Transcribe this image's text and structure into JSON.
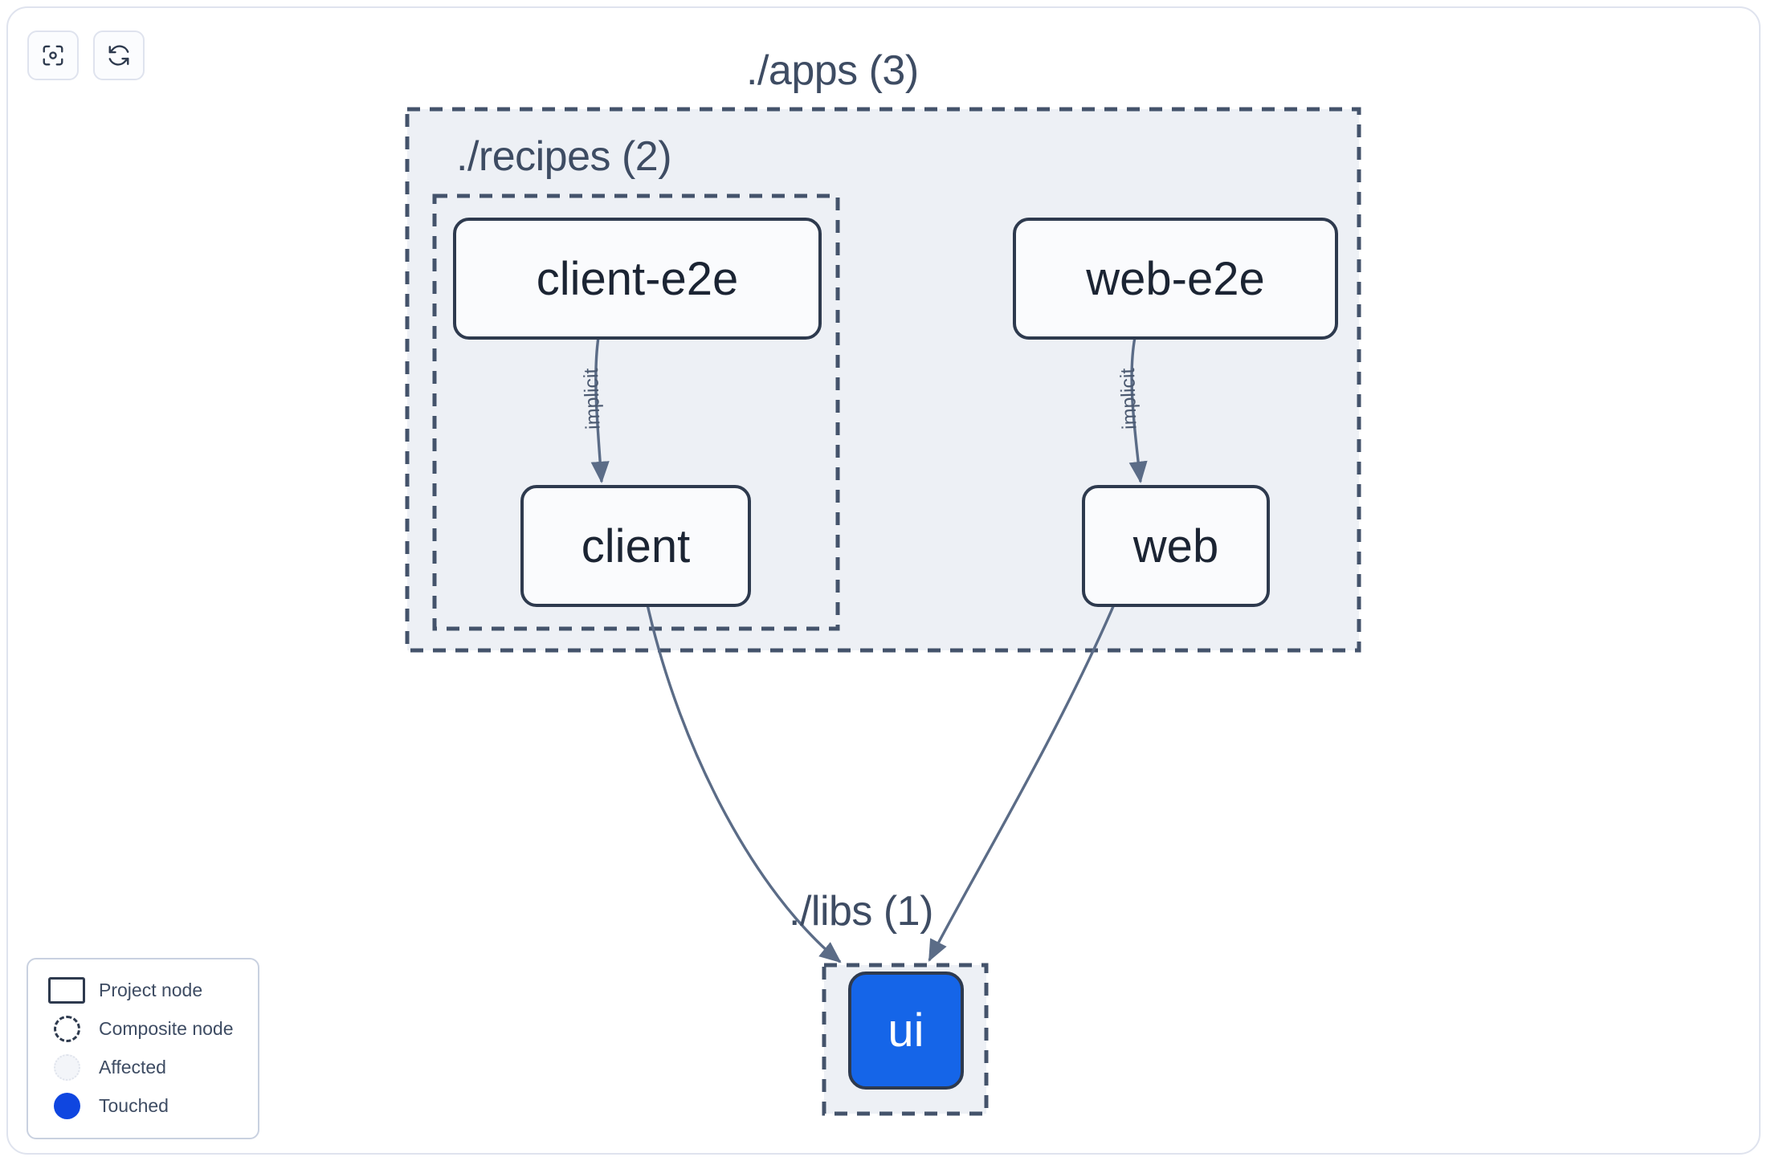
{
  "toolbar": {
    "buttons": [
      {
        "name": "focus-graph-button",
        "icon": "focus-target-icon",
        "title": "Focus graph"
      },
      {
        "name": "refresh-graph-button",
        "icon": "refresh-sync-icon",
        "title": "Refresh graph"
      }
    ]
  },
  "graph": {
    "groups": [
      {
        "id": "apps",
        "label": "./apps (3)",
        "count": 3,
        "type": "composite"
      },
      {
        "id": "recipes",
        "label": "./recipes (2)",
        "count": 2,
        "type": "composite",
        "parent": "apps"
      },
      {
        "id": "libs",
        "label": "./libs (1)",
        "count": 1,
        "type": "composite"
      }
    ],
    "nodes": [
      {
        "id": "client-e2e",
        "label": "client-e2e",
        "group": "recipes",
        "state": "normal"
      },
      {
        "id": "client",
        "label": "client",
        "group": "recipes",
        "state": "normal"
      },
      {
        "id": "web-e2e",
        "label": "web-e2e",
        "group": "apps",
        "state": "normal"
      },
      {
        "id": "web",
        "label": "web",
        "group": "apps",
        "state": "normal"
      },
      {
        "id": "ui",
        "label": "ui",
        "group": "libs",
        "state": "touched"
      }
    ],
    "edges": [
      {
        "from": "client-e2e",
        "to": "client",
        "label": "implicit"
      },
      {
        "from": "web-e2e",
        "to": "web",
        "label": "implicit"
      },
      {
        "from": "client",
        "to": "ui",
        "label": ""
      },
      {
        "from": "web",
        "to": "ui",
        "label": ""
      }
    ]
  },
  "legend": {
    "items": [
      {
        "swatch": "project-node-swatch",
        "label": "Project node"
      },
      {
        "swatch": "composite-node-swatch",
        "label": "Composite node"
      },
      {
        "swatch": "affected-swatch",
        "label": "Affected"
      },
      {
        "swatch": "touched-swatch",
        "label": "Touched"
      }
    ]
  },
  "colors": {
    "touched": "#0f46e0",
    "node_fill": "#fafbfd",
    "node_border": "#2e3a4e",
    "group_fill": "#edf0f5",
    "group_border": "#44536b",
    "edge": "#5b6c87",
    "canvas_border": "#dfe3ee",
    "text": "#1b2433",
    "label_text": "#3e4c63"
  }
}
